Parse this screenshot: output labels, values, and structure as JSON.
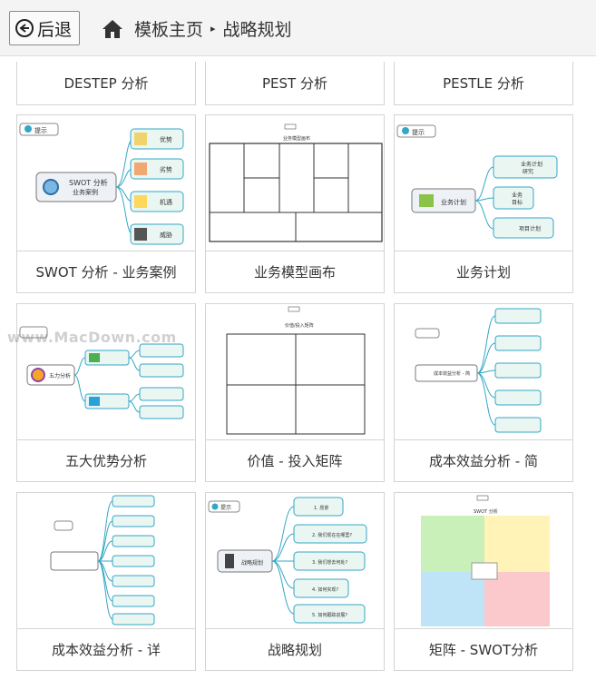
{
  "header": {
    "back_label": "后退",
    "breadcrumb_home": "模板主页",
    "breadcrumb_current": "战略规划"
  },
  "cards": [
    {
      "label": "DESTEP 分析"
    },
    {
      "label": "PEST 分析"
    },
    {
      "label": "PESTLE 分析"
    },
    {
      "label": "SWOT 分析 - 业务案例",
      "center": "SWOT 分析\n业务案例",
      "tip": "提示",
      "nodes": [
        "优势",
        "劣势",
        "机遇",
        "威胁"
      ]
    },
    {
      "label": "业务模型画布",
      "title": "业务模型画布"
    },
    {
      "label": "业务计划",
      "center": "业务计划",
      "tip": "提示",
      "nodes": [
        "业务计划研究",
        "业务目标",
        "项目计划"
      ]
    },
    {
      "label": "五大优势分析",
      "center": "五力分析"
    },
    {
      "label": "价值 - 投入矩阵",
      "title": "价值/投入矩阵"
    },
    {
      "label": "成本效益分析 - 简",
      "center": "成本效益分析 - 简"
    },
    {
      "label": "成本效益分析 - 详"
    },
    {
      "label": "战略规划",
      "center": "战略规划",
      "tip": "提示",
      "nodes": [
        "1. 愿景",
        "2. 我们现在在哪里？",
        "3. 我们想去何处？",
        "4. 如何实现？",
        "5. 如何跟踪进展？"
      ]
    },
    {
      "label": "矩阵 - SWOT分析",
      "title": "SWOT 分析"
    }
  ],
  "watermark": "www.MacDown.com",
  "colors": {
    "accent": "#33a7c5",
    "topbar": "#f4f4f4"
  }
}
